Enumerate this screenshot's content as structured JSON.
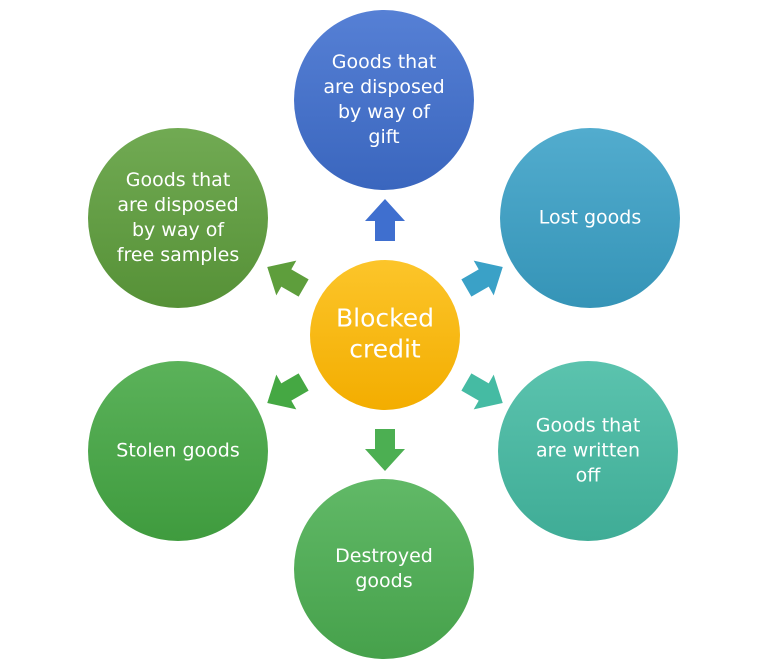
{
  "center": {
    "lines": [
      "Blocked",
      "credit"
    ],
    "color": "#f7b500"
  },
  "nodes": [
    {
      "id": "gift",
      "lines": [
        "Goods that",
        "are disposed",
        "by way of",
        "gift"
      ],
      "color": "#3f6fcf"
    },
    {
      "id": "lost",
      "lines": [
        "Lost goods"
      ],
      "color": "#3aa1c7"
    },
    {
      "id": "written-off",
      "lines": [
        "Goods that",
        "are written",
        "off"
      ],
      "color": "#45bba3"
    },
    {
      "id": "destroyed",
      "lines": [
        "Destroyed",
        "goods"
      ],
      "color": "#4caf52"
    },
    {
      "id": "stolen",
      "lines": [
        "Stolen goods"
      ],
      "color": "#45a843"
    },
    {
      "id": "free-samples",
      "lines": [
        "Goods that",
        "are disposed",
        "by way of",
        "free samples"
      ],
      "color": "#5e9e3c"
    }
  ],
  "arrow_colors": [
    "#3f6fcf",
    "#3aa1c7",
    "#45bba3",
    "#4caf52",
    "#45a843",
    "#5e9e3c"
  ]
}
